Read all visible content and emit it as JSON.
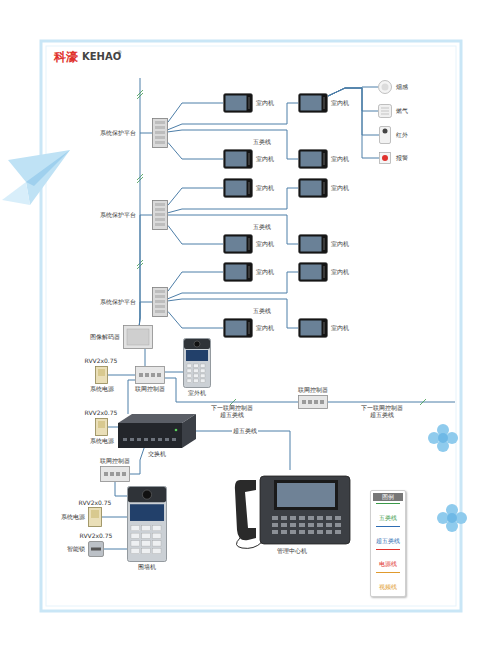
{
  "diagram": {
    "nodes": [
      {
        "text": [
          "系统保护平台"
        ]
      },
      {
        "text": [
          "室内机"
        ]
      },
      {
        "text": [
          "室内机"
        ]
      },
      {
        "text": [
          "室内机"
        ]
      },
      {
        "text": [
          "室内机"
        ]
      },
      {
        "text": [
          "系统保护平台"
        ]
      },
      {
        "text": [
          "室内机"
        ]
      },
      {
        "text": [
          "室内机"
        ]
      },
      {
        "text": [
          "室内机"
        ]
      },
      {
        "text": [
          "室内机"
        ]
      },
      {
        "text": [
          "系统保护平台"
        ]
      },
      {
        "text": [
          "室内机"
        ]
      },
      {
        "text": [
          "室内机"
        ]
      },
      {
        "text": [
          "室内机"
        ]
      },
      {
        "text": [
          "室内机"
        ]
      },
      {
        "text": [
          "烟感"
        ]
      },
      {
        "text": [
          "燃气"
        ]
      },
      {
        "text": [
          "红外"
        ]
      },
      {
        "text": [
          "报警"
        ]
      },
      {
        "text": [
          "图像解码器"
        ]
      },
      {
        "text": [
          "室外机"
        ]
      },
      {
        "text": [
          "系统电源"
        ]
      },
      {
        "text": [
          "联网控制器"
        ]
      },
      {
        "text": [
          "联网控制器"
        ]
      },
      {
        "text": [
          "系统电源"
        ]
      },
      {
        "text": [
          "交换机"
        ]
      },
      {
        "text": [
          "联网控制器"
        ]
      },
      {
        "text": [
          "系统电源"
        ]
      },
      {
        "text": [
          "智能锁"
        ]
      },
      {
        "text": [
          "围墙机"
        ]
      },
      {
        "text": [
          "管理中心机"
        ]
      }
    ],
    "edges": [
      {
        "from": 0,
        "to": 1,
        "arrow": "none"
      },
      {
        "from": 0,
        "to": 2,
        "arrow": "none"
      },
      {
        "from": 0,
        "to": 3,
        "arrow": "none"
      },
      {
        "from": 0,
        "to": 4,
        "arrow": "none"
      },
      {
        "from": 5,
        "to": 6,
        "arrow": "none"
      },
      {
        "from": 5,
        "to": 7,
        "arrow": "none"
      },
      {
        "from": 5,
        "to": 8,
        "arrow": "none"
      },
      {
        "from": 5,
        "to": 9,
        "arrow": "none"
      },
      {
        "from": 10,
        "to": 11,
        "arrow": "none"
      },
      {
        "from": 10,
        "to": 12,
        "arrow": "none"
      },
      {
        "from": 10,
        "to": 13,
        "arrow": "none"
      },
      {
        "from": 10,
        "to": 14,
        "arrow": "none"
      },
      {
        "from": 2,
        "to": 15,
        "arrow": "none"
      },
      {
        "from": 2,
        "to": 16,
        "arrow": "none"
      },
      {
        "from": 2,
        "to": 17,
        "arrow": "none"
      },
      {
        "from": 2,
        "to": 18,
        "arrow": "none"
      },
      {
        "from": 19,
        "to": 10,
        "arrow": "none"
      },
      {
        "from": 19,
        "to": 5,
        "arrow": "none"
      },
      {
        "from": 19,
        "to": 0,
        "arrow": "none"
      },
      {
        "from": 22,
        "to": 19,
        "arrow": "none"
      },
      {
        "from": 22,
        "to": 20,
        "arrow": "none"
      },
      {
        "from": 21,
        "to": 22,
        "arrow": "none"
      },
      {
        "from": 22,
        "to": 23,
        "arrow": "none"
      },
      {
        "from": 22,
        "to": 25,
        "arrow": "none"
      },
      {
        "from": 24,
        "to": 25,
        "arrow": "none"
      },
      {
        "from": 25,
        "to": 30,
        "label": "超五类线",
        "arrow": "none"
      },
      {
        "from": 25,
        "to": 26,
        "arrow": "none"
      },
      {
        "from": 26,
        "to": 29,
        "arrow": "none"
      },
      {
        "from": 27,
        "to": 29,
        "arrow": "none"
      },
      {
        "from": 28,
        "to": 29,
        "arrow": "none"
      }
    ],
    "labels": [
      "科濠",
      "KEHAO",
      "®",
      "五类线",
      "五类线",
      "五类线",
      "RVV2x0.75",
      "RVV2x0.75",
      "RVV2x0.75",
      "RVV2x0.75",
      "下一联网控制器",
      "超五类线",
      "下一联网控制器",
      "超五类线",
      "图例"
    ],
    "legend": [
      {
        "text": "五类线"
      },
      {
        "text": "超五类线"
      },
      {
        "text": "电源线"
      },
      {
        "text": "视频线"
      }
    ]
  }
}
